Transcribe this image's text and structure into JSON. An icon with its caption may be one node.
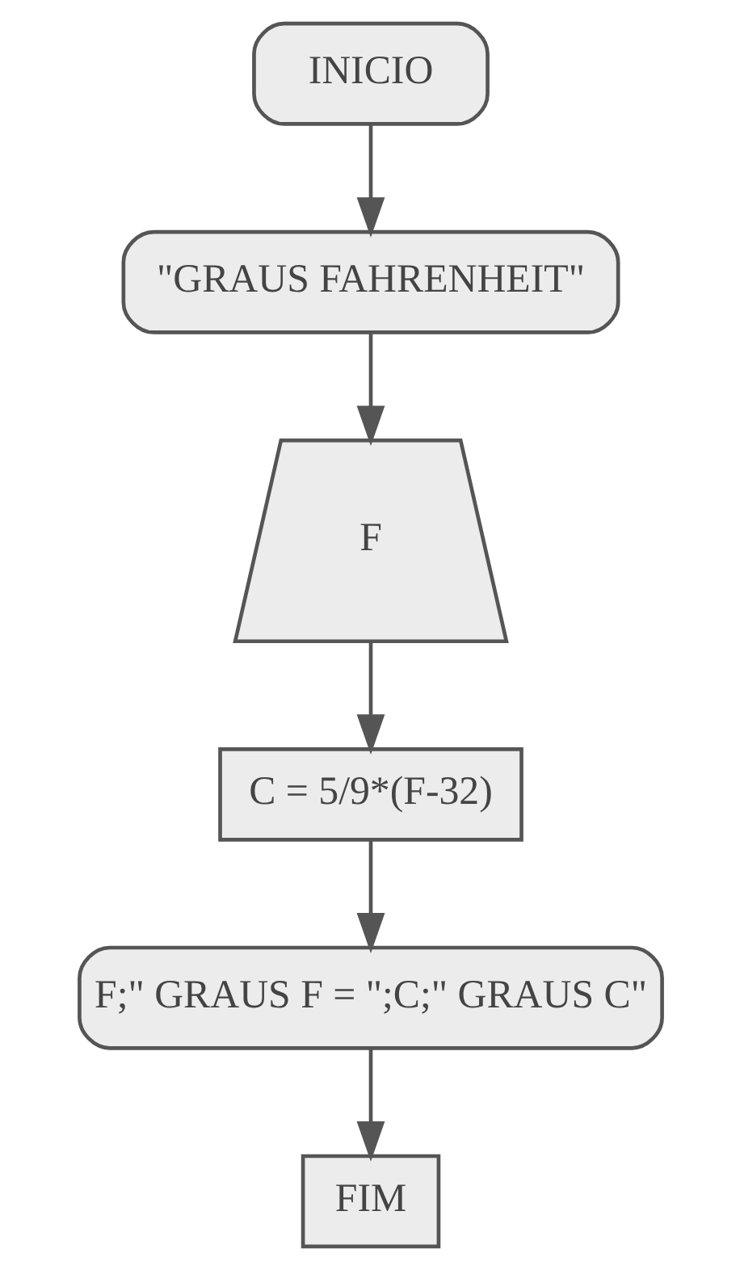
{
  "diagram": {
    "nodes": [
      {
        "text": [
          "INICIO"
        ]
      },
      {
        "text": [
          "\"GRAUS FAHRENHEIT\""
        ]
      },
      {
        "text": [
          "F"
        ]
      },
      {
        "text": [
          "C = 5/9*(F-32)"
        ]
      },
      {
        "text": [
          "F;\" GRAUS F = \";C;\" GRAUS C\""
        ]
      },
      {
        "text": [
          "FIM"
        ]
      }
    ],
    "edges": [
      {
        "from": 0,
        "to": 1,
        "arrow": "to"
      },
      {
        "from": 1,
        "to": 2,
        "arrow": "to"
      },
      {
        "from": 2,
        "to": 3,
        "arrow": "to"
      },
      {
        "from": 3,
        "to": 4,
        "arrow": "to"
      },
      {
        "from": 4,
        "to": 5,
        "arrow": "to"
      }
    ]
  }
}
